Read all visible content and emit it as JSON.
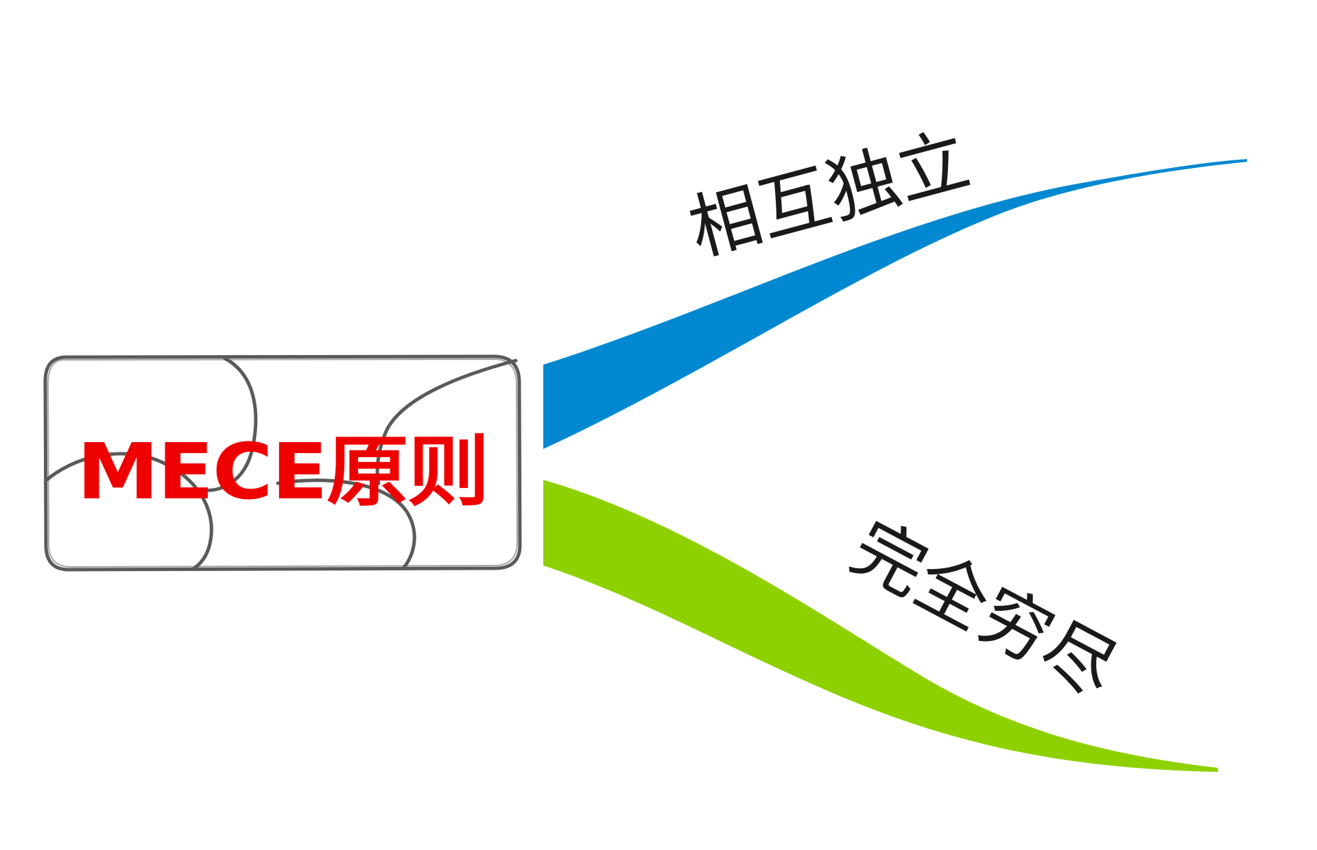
{
  "central_topic": {
    "label": "MECE原则",
    "text_color": "#ee0000",
    "frame_color": "#5a5a5a"
  },
  "branches": [
    {
      "label": "相互独立",
      "color": "#0288d1"
    },
    {
      "label": "完全穷尽",
      "color": "#8fd100"
    }
  ]
}
